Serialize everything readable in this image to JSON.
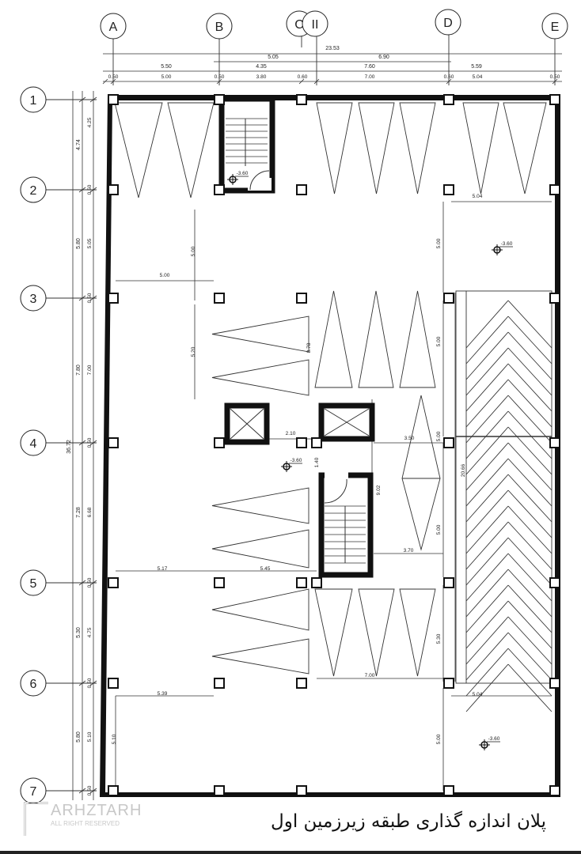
{
  "grid": {
    "columns": [
      "A",
      "B",
      "C",
      "II",
      "D",
      "E"
    ],
    "rows": [
      "1",
      "2",
      "3",
      "4",
      "5",
      "6",
      "7"
    ]
  },
  "dims": {
    "top_overall": "23.53",
    "top_row2": [
      "5.05",
      "6.90"
    ],
    "top_row3": [
      "5.50",
      "4.35",
      "7.60",
      "5.59"
    ],
    "top_row4": [
      "0.50",
      "5.00",
      "0.50",
      "3.80",
      "0.60",
      "7.00",
      "0.60",
      "5.04",
      "0.50"
    ],
    "left_overall": "36.72",
    "left_outer": [
      "4.74",
      "5.80",
      "7.80",
      "7.28",
      "5.30",
      "5.80"
    ],
    "left_inner": [
      "4.25",
      "0.50",
      "5.05",
      "0.50",
      "7.00",
      "0.50",
      "6.68",
      "0.50",
      "4.75",
      "0.50",
      "5.10",
      "0.50"
    ]
  },
  "interior_dims": [
    "5.00",
    "5.00",
    "5.20",
    "8.78",
    "2.10",
    "1.40",
    "9.02",
    "3.50",
    "3.70",
    "5.00",
    "5.00",
    "5.00",
    "5.00",
    "20.66",
    "5.04",
    "5.04",
    "5.17",
    "5.45",
    "5.39",
    "7.00",
    "5.30",
    "5.00",
    "5.10"
  ],
  "level_mark": "-3.60",
  "title": "پلان اندازه گذاری طبقه زیرزمین اول",
  "watermark": {
    "brand": "ARHZTARH",
    "subtitle": "ALL RIGHT RESERVED"
  }
}
